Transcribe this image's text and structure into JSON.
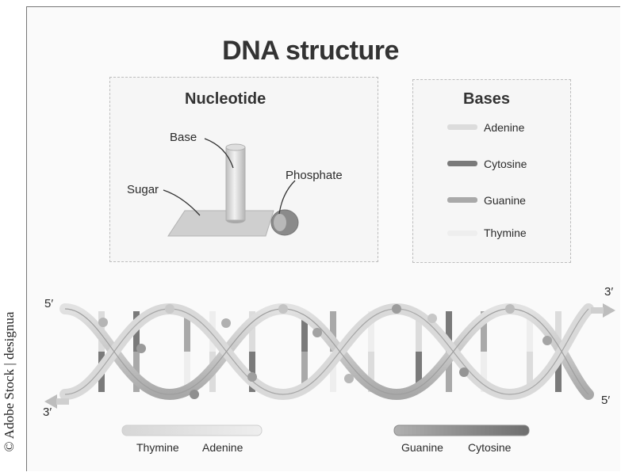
{
  "title": "DNA structure",
  "credit": "© Adobe Stock | designua",
  "nucleotide": {
    "title": "Nucleotide",
    "labels": {
      "base": "Base",
      "sugar": "Sugar",
      "phosphate": "Phosphate"
    }
  },
  "bases": {
    "title": "Bases",
    "items": [
      {
        "name": "Adenine",
        "color": "#dcdcdc"
      },
      {
        "name": "Cytosine",
        "color": "#7a7a7a"
      },
      {
        "name": "Guanine",
        "color": "#a9a9a9"
      },
      {
        "name": "Thymine",
        "color": "#eeeeee"
      }
    ]
  },
  "helix": {
    "end_labels": {
      "top_left": "5′",
      "top_right": "3′",
      "bottom_left": "3′",
      "bottom_right": "5′"
    }
  },
  "pairs": {
    "left": {
      "first": "Thymine",
      "second": "Adenine"
    },
    "right": {
      "first": "Guanine",
      "second": "Cytosine"
    }
  }
}
